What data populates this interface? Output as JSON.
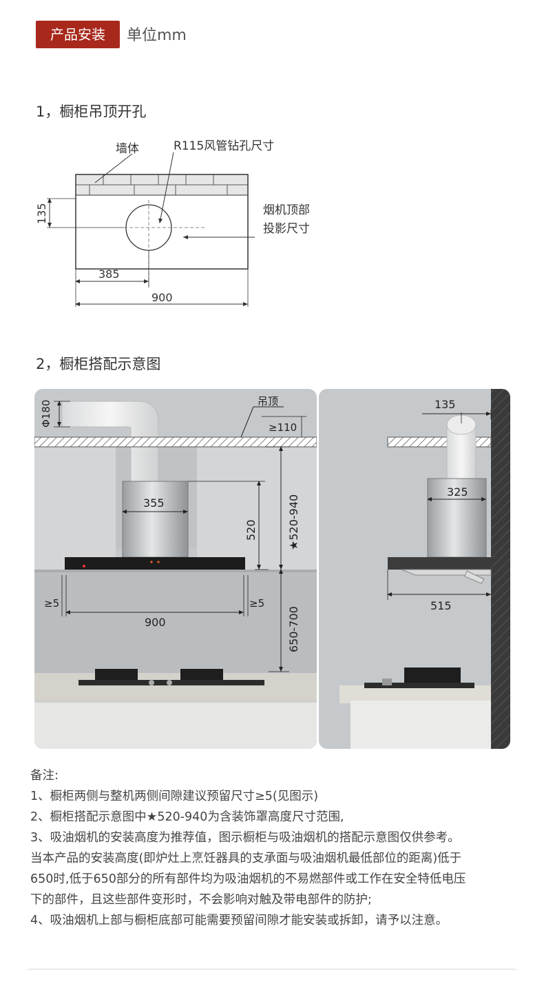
{
  "header": {
    "badge": "产品安装",
    "unit": "单位mm"
  },
  "section1": {
    "title": "1，橱柜吊顶开孔",
    "wall_label": "墙体",
    "duct_label": "R115风管钻孔尺寸",
    "projection_line1": "烟机顶部",
    "projection_line2": "投影尺寸",
    "dim_height": "135",
    "dim_offset": "385",
    "dim_width": "900"
  },
  "section2": {
    "title": "2，橱柜搭配示意图",
    "front": {
      "duct_dia": "Φ180",
      "ceiling_label": "吊顶",
      "gap_top": "≥110",
      "cover_width": "355",
      "cover_height": "520",
      "install_range": "★520-940",
      "side_gap_left": "≥5",
      "side_gap_right": "≥5",
      "hood_width": "900",
      "stove_range": "650-700"
    },
    "side": {
      "duct_offset": "135",
      "cover_depth": "325",
      "hood_depth": "515"
    }
  },
  "notes": {
    "title": "备注:",
    "lines": [
      "1、橱柜两侧与整机两侧间隙建议预留尺寸≥5(见图示)",
      "2、橱柜搭配示意图中★520-940为含装饰罩高度尺寸范围,",
      "3、吸油烟机的安装高度为推荐值，图示橱柜与吸油烟机的搭配示意图仅供参考。",
      "当本产品的安装高度(即炉灶上烹饪器具的支承面与吸油烟机最低部位的距离)低于",
      "650时,低于650部分的所有部件均为吸油烟机的不易燃部件或工作在安全特低电压",
      "下的部件，且这些部件变形时，不会影响对触及带电部件的防护;",
      "4、吸油烟机上部与橱柜底部可能需要预留间隙才能安装或拆卸，请予以注意。"
    ]
  },
  "colors": {
    "badge": "#a8281c",
    "panel": "#c9cdd0",
    "wall": "#3a3a3a"
  }
}
